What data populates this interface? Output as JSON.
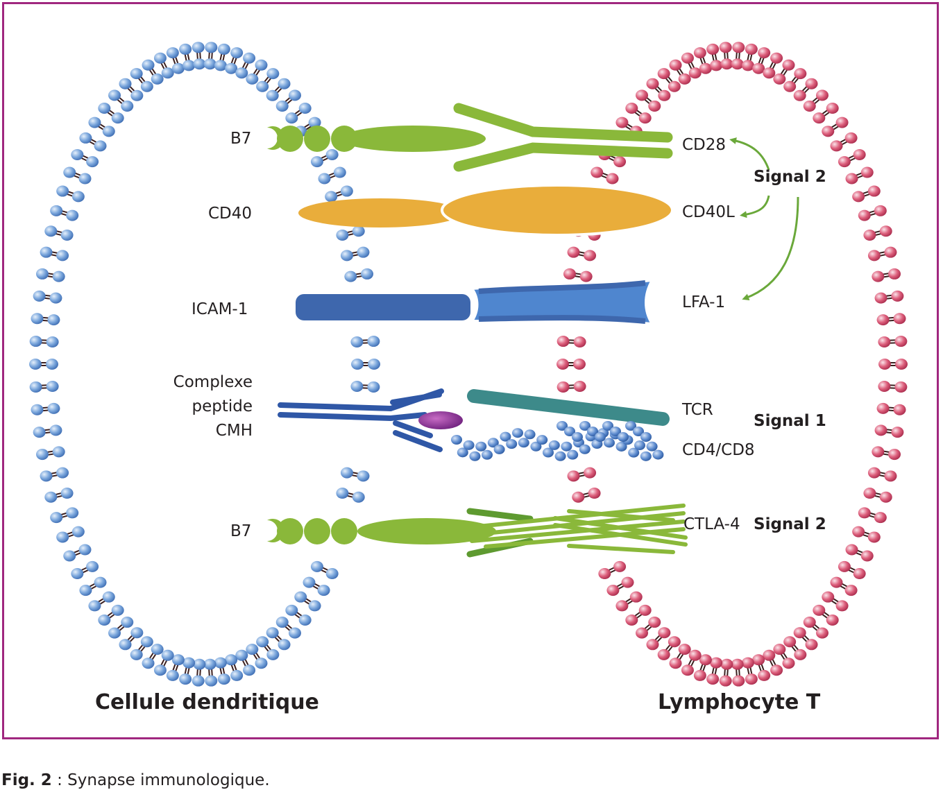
{
  "colors": {
    "frame": "#a0277f",
    "dendritic_head": "#6b9bd6",
    "lymphocyte_head": "#d8506f",
    "tail": "#3b1f1f",
    "b7_cd28": "#8ab83a",
    "cd40": "#e9ad3b",
    "icam": "#3e67ad",
    "lfa": "#4f86cf",
    "mhc": "#2f57a6",
    "tcr": "#3d8a8a",
    "peptide": "#8d2d8c",
    "cd4": "#4a78c0",
    "arrow": "#6aa83a"
  },
  "left_labels": {
    "b7_top": "B7",
    "cd40": "CD40",
    "icam1": "ICAM-1",
    "complex_line1": "Complexe",
    "complex_line2": "peptide",
    "complex_line3": "CMH",
    "b7_bottom": "B7"
  },
  "right_labels": {
    "cd28": "CD28",
    "cd40l": "CD40L",
    "lfa1": "LFA-1",
    "tcr": "TCR",
    "cd4cd8": "CD4/CD8",
    "ctla4": "CTLA-4"
  },
  "signals": {
    "signal2_top": "Signal 2",
    "signal1": "Signal 1",
    "signal2_bottom": "Signal 2"
  },
  "cells": {
    "dendritic": "Cellule dendritique",
    "lymphocyte": "Lymphocyte T"
  },
  "caption": {
    "fig": "Fig. 2",
    "text": " : Synapse immunologique."
  }
}
